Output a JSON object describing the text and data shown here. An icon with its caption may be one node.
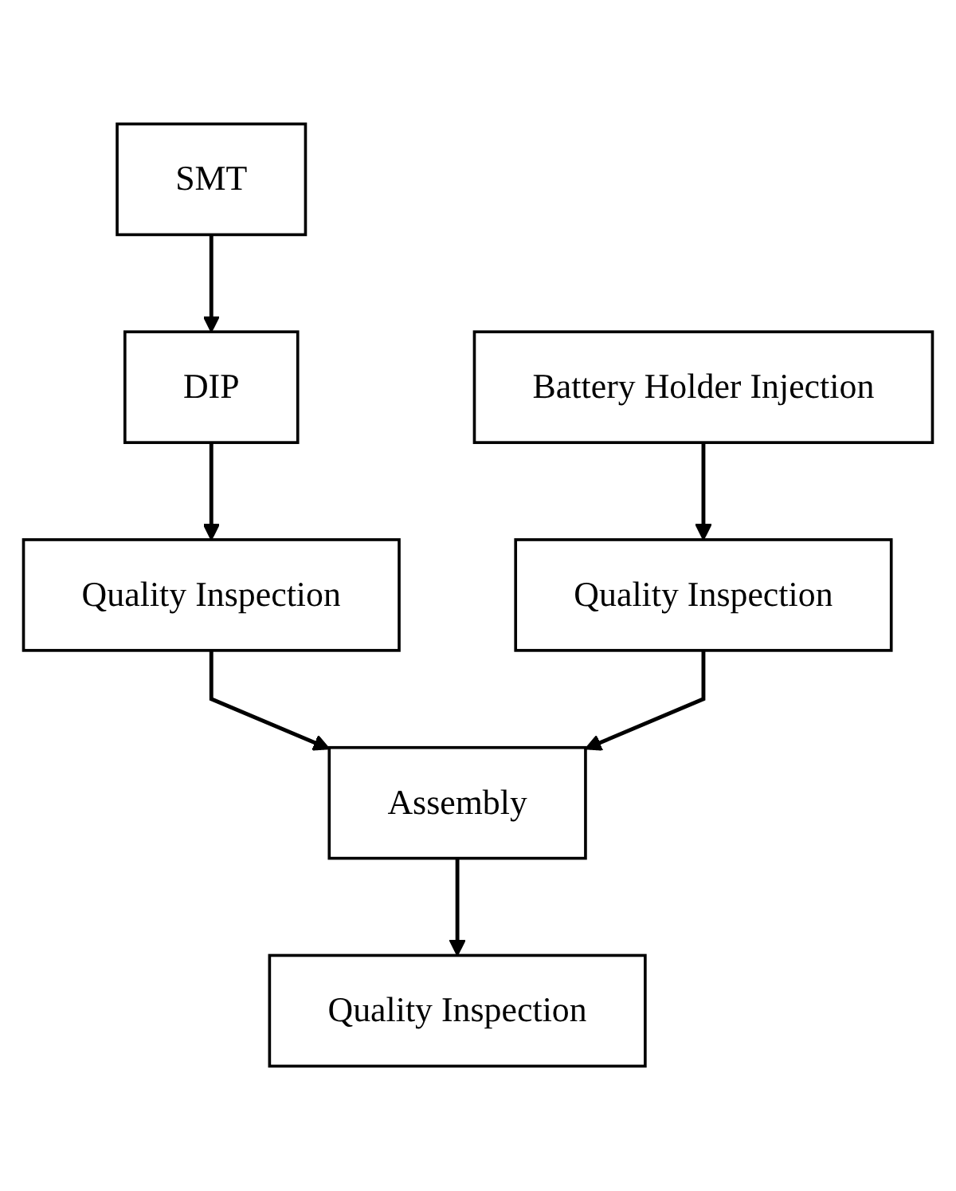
{
  "diagram": {
    "nodes": [
      {
        "text": [
          "SMT"
        ]
      },
      {
        "text": [
          "DIP"
        ]
      },
      {
        "text": [
          "Battery Holder Injection"
        ]
      },
      {
        "text": [
          "Quality Inspection"
        ]
      },
      {
        "text": [
          "Quality Inspection"
        ]
      },
      {
        "text": [
          "Assembly"
        ]
      },
      {
        "text": [
          "Quality Inspection"
        ]
      }
    ],
    "edges": [
      {
        "from": 0,
        "to": 1,
        "arrow": "to"
      },
      {
        "from": 1,
        "to": 3,
        "arrow": "to"
      },
      {
        "from": 2,
        "to": 4,
        "arrow": "to"
      },
      {
        "from": 3,
        "to": 5,
        "arrow": "to"
      },
      {
        "from": 4,
        "to": 5,
        "arrow": "to"
      },
      {
        "from": 5,
        "to": 6,
        "arrow": "to"
      }
    ]
  }
}
